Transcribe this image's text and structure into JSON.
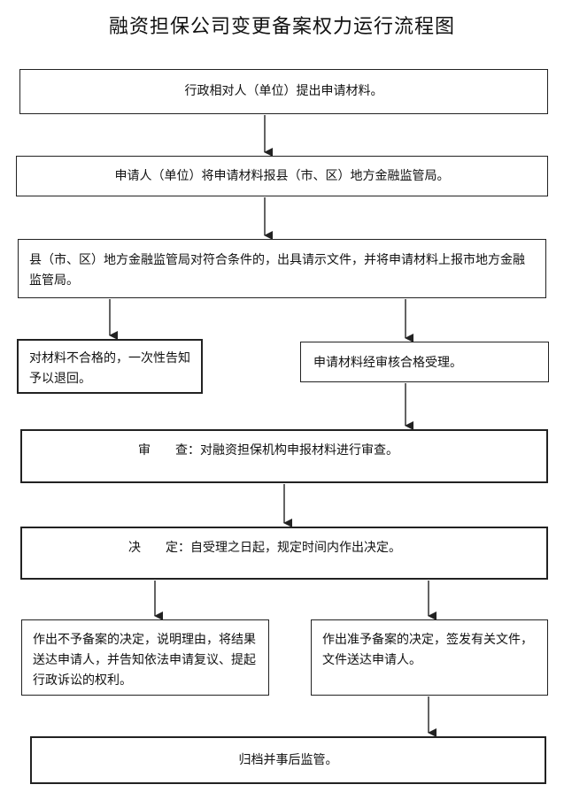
{
  "title": "融资担保公司变更备案权力运行流程图",
  "steps": {
    "submit": "行政相对人（单位）提出申请材料。",
    "report": "申请人（单位）将申请材料报县（市、区）地方金融监管局。",
    "county_review": "县（市、区）地方金融监管局对符合条件的，出具请示文件，并将申请材料上报市地方金融监管局。",
    "reject_once": "对材料不合格的，一次性告知予以退回。",
    "accept": "申请材料经审核合格受理。",
    "examine_label": "审　　查：",
    "examine_text": "对融资担保机构申报材料进行审查。",
    "decide_label": "决　　定：",
    "decide_text": "自受理之日起，规定时间内作出决定。",
    "deny": "作出不予备案的决定，说明理由，将结果送达申请人，并告知依法申请复议、提起行政诉讼的权利。",
    "approve": "作出准予备案的决定，签发有关文件，文件送达申请人。",
    "archive": "归档并事后监管。"
  }
}
